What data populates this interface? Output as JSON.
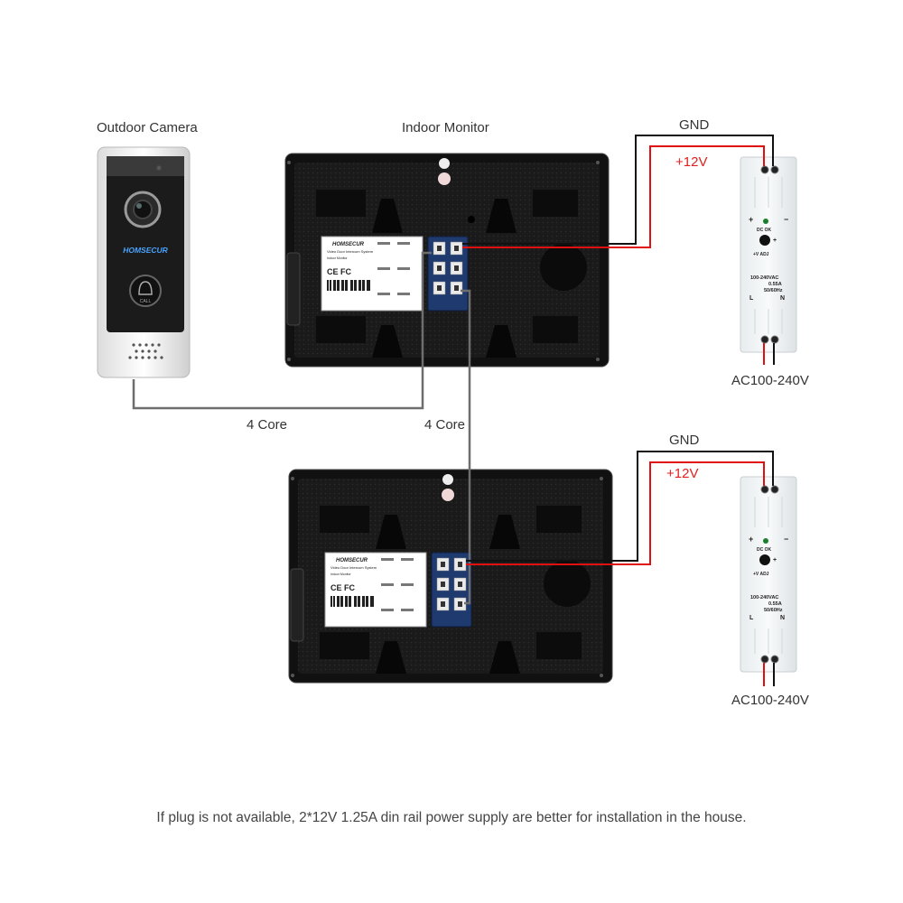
{
  "labels": {
    "outdoor_camera": "Outdoor Camera",
    "indoor_monitor": "Indoor Monitor",
    "gnd_top": "GND",
    "plus12_top": "+12V",
    "ac_top": "AC100-240V",
    "core_left": "4 Core",
    "core_right": "4 Core",
    "gnd_bottom": "GND",
    "plus12_bottom": "+12V",
    "ac_bottom": "AC100-240V"
  },
  "camera": {
    "brand": "HOMSECUR",
    "call": "CALL"
  },
  "monitor_sticker": {
    "brand": "HOMSECUR",
    "product": "Video Door Intercom System",
    "model_line": "Indoor Monitor",
    "marks": "CE FC"
  },
  "psu": {
    "plus": "+",
    "minus": "−",
    "dc_ok": "DC OK",
    "v_adj": "+V ADJ",
    "input_line1": "100-240VAC",
    "input_line2": "0.55A",
    "input_line3": "50/60Hz",
    "l": "L",
    "n": "N"
  },
  "caption": "If plug is not available, 2*12V 1.25A din rail power supply are better for installation in the house.",
  "colors": {
    "wire_black": "#111111",
    "wire_red": "#e01010",
    "wire_gray": "#6e6e6e",
    "label_red": "#e02020"
  }
}
